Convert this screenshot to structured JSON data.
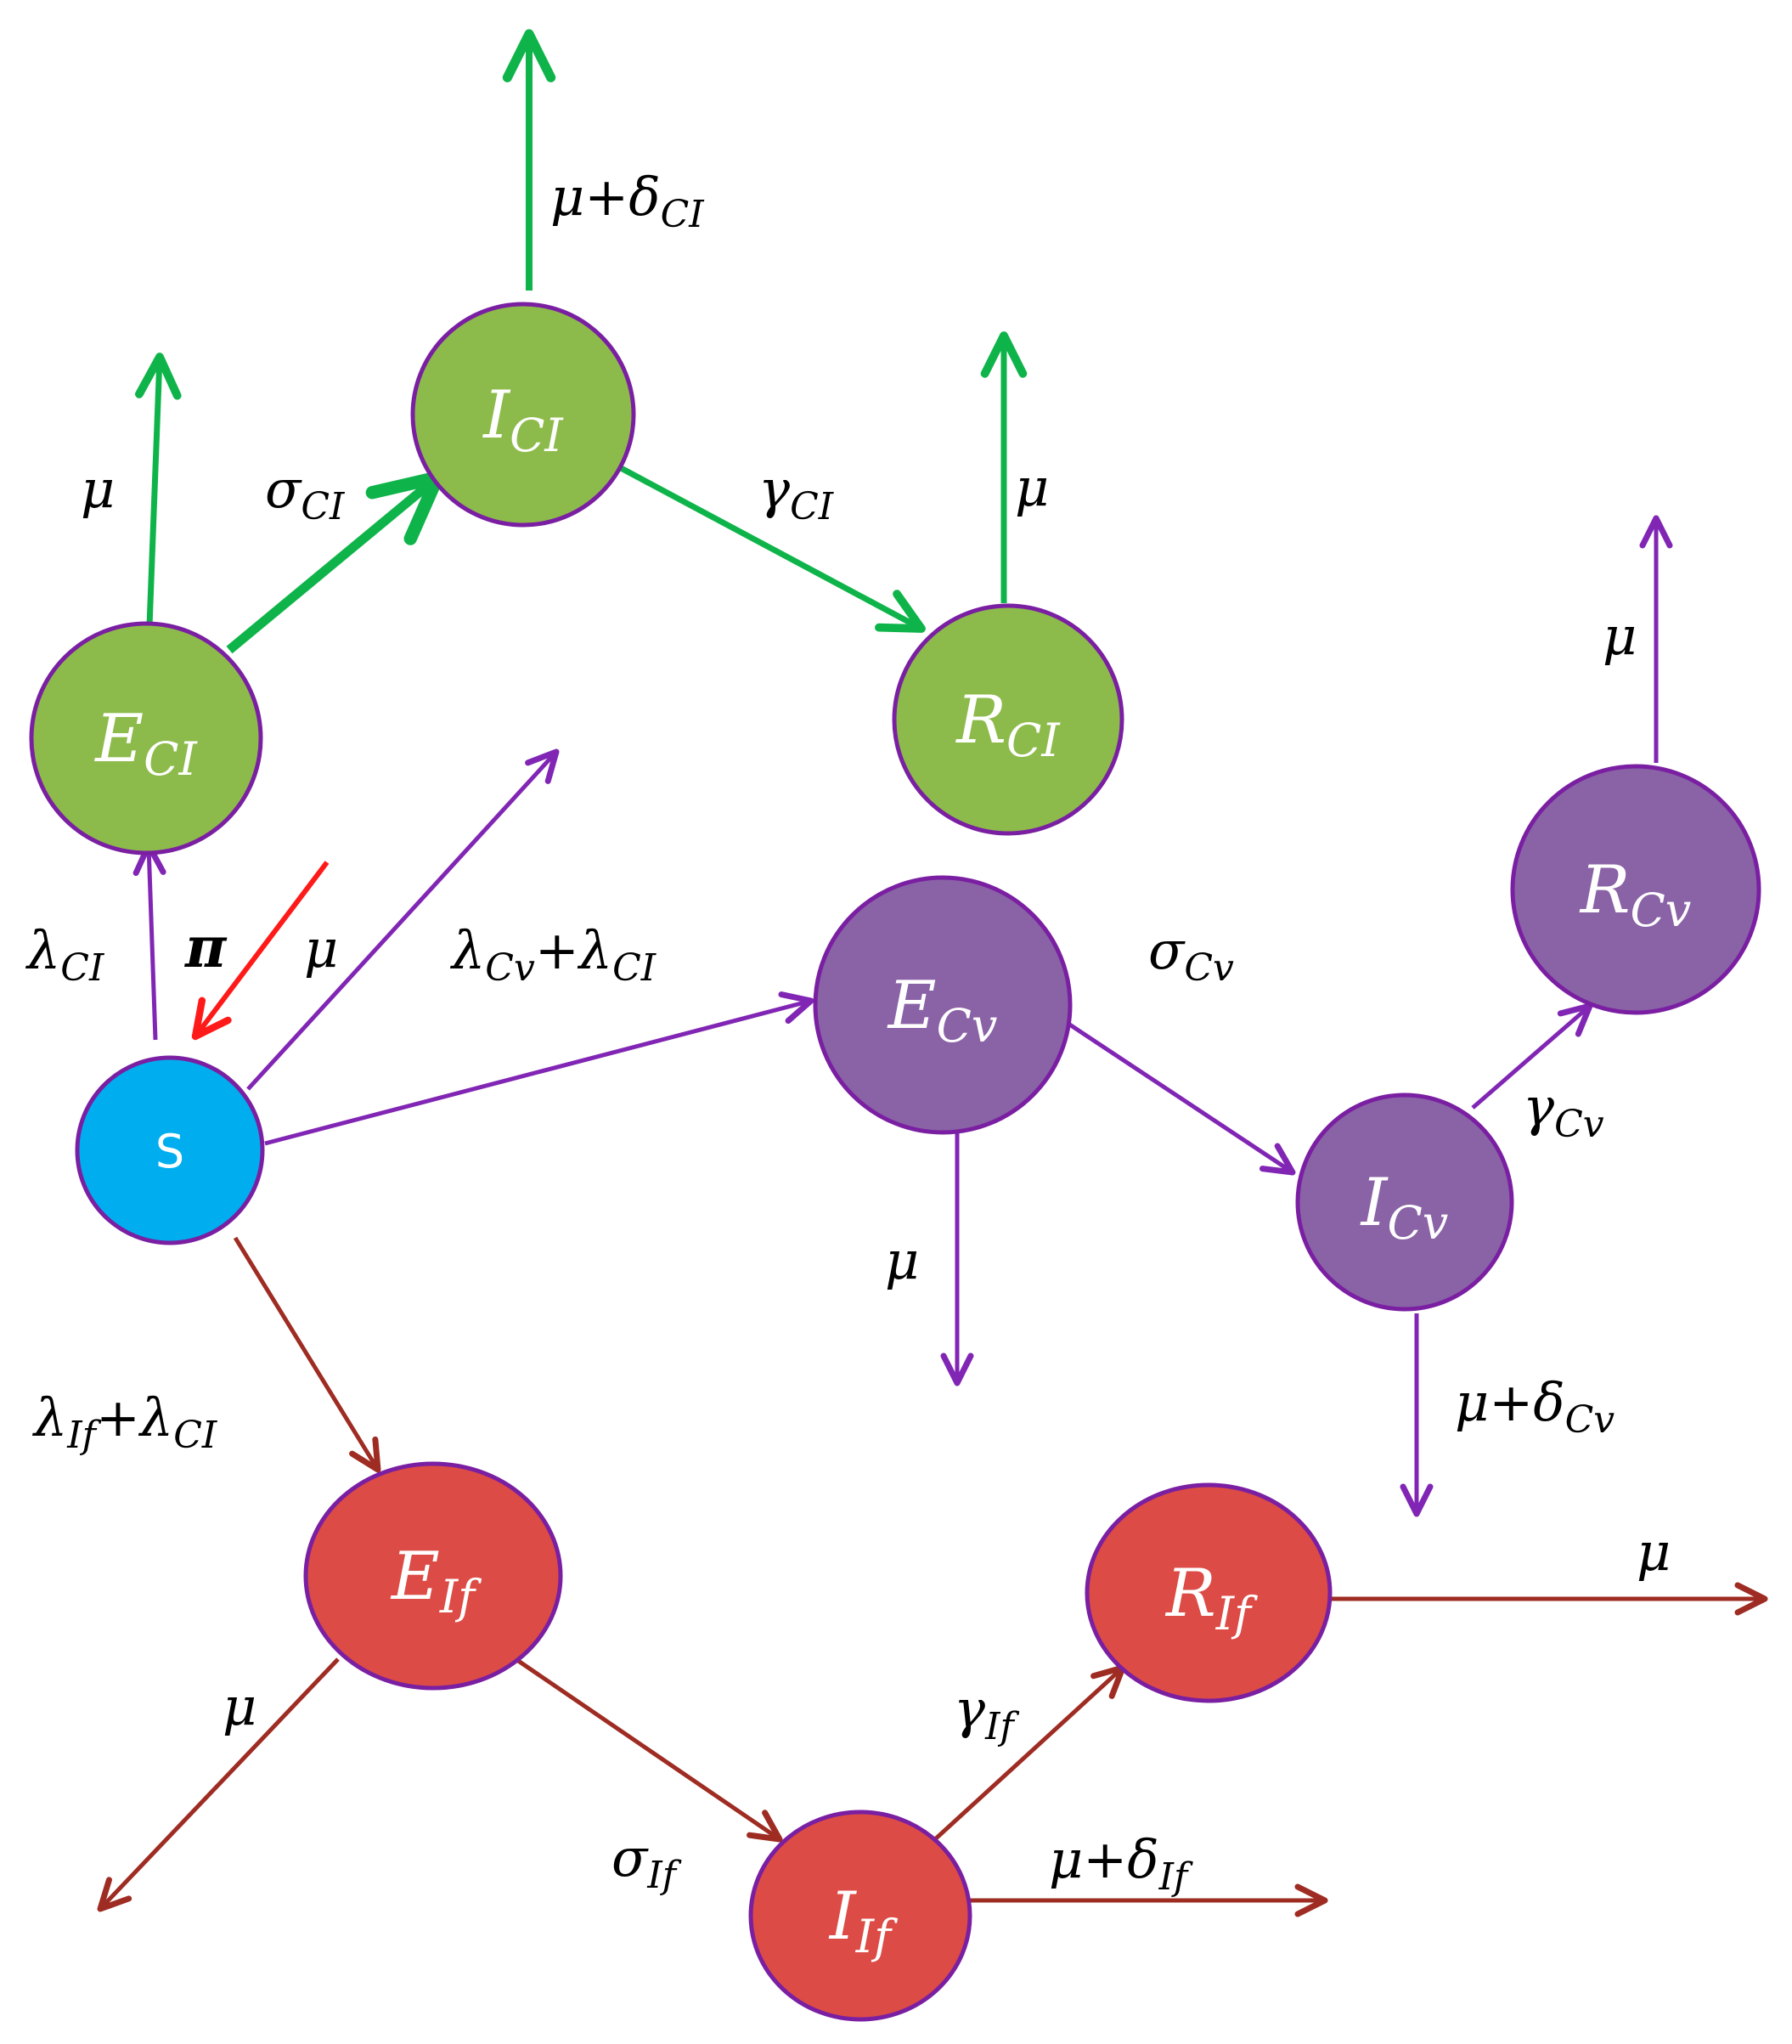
{
  "colors": {
    "green_fill": "#8DBB4B",
    "purple_fill": "#8A62A6",
    "red_fill": "#DC4B45",
    "s_fill": "#00AEEF",
    "node_border": "#7A1FA2",
    "green_arrow": "#0EB44A",
    "purple_arrow": "#8126B4",
    "brown_arrow": "#9E2C23",
    "red_arrow": "#FF1A1A"
  },
  "nodes": {
    "S": {
      "main": "S",
      "sub": ""
    },
    "E_CI": {
      "main": "E",
      "sub": "CI"
    },
    "I_CI": {
      "main": "I",
      "sub": "CI"
    },
    "R_CI": {
      "main": "R",
      "sub": "CI"
    },
    "E_Cv": {
      "main": "E",
      "sub": "Cv"
    },
    "I_Cv": {
      "main": "I",
      "sub": "Cv"
    },
    "R_Cv": {
      "main": "R",
      "sub": "Cv"
    },
    "E_If": {
      "main": "E",
      "sub": "If"
    },
    "I_If": {
      "main": "I",
      "sub": "If"
    },
    "R_If": {
      "main": "R",
      "sub": "If"
    }
  },
  "labels": {
    "mu": "μ",
    "mu_delta_ci": {
      "base": "μ+δ",
      "sub": "CI"
    },
    "mu_delta_cv": {
      "base": "μ+δ",
      "sub": "Cv"
    },
    "mu_delta_if": {
      "base": "μ+δ",
      "sub": "If"
    },
    "sigma_ci": {
      "base": "σ",
      "sub": "CI"
    },
    "gamma_ci": {
      "base": "γ",
      "sub": "CI"
    },
    "lambda_ci": {
      "base": "λ",
      "sub": "CI"
    },
    "pi": "π",
    "lambda_cv_ci": {
      "a": "λ",
      "a_sub": "Cv",
      "plus": "+λ",
      "b_sub": "CI"
    },
    "sigma_cv": {
      "base": "σ",
      "sub": "Cv"
    },
    "gamma_cv": {
      "base": "γ",
      "sub": "Cv"
    },
    "lambda_if_ci": {
      "a": "λ",
      "a_sub": "If",
      "plus": "+λ",
      "b_sub": "CI"
    },
    "sigma_if": {
      "base": "σ",
      "sub": "If"
    },
    "gamma_if": {
      "base": "γ",
      "sub": "If"
    }
  }
}
